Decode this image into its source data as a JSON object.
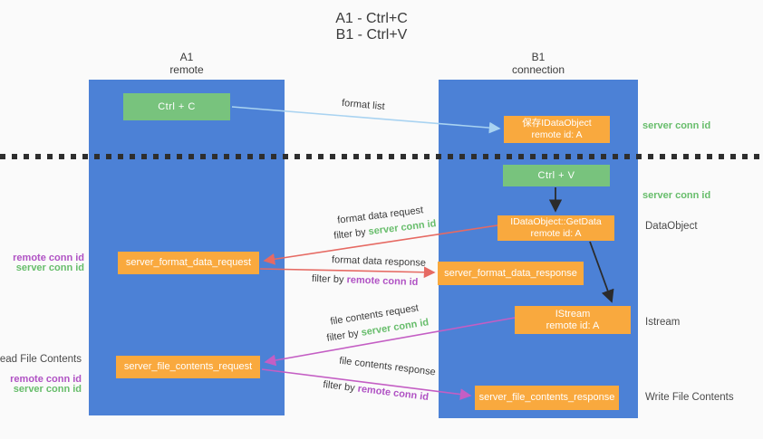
{
  "title": {
    "line1": "A1 - Ctrl+C",
    "line2": "B1 - Ctrl+V"
  },
  "lifelines": {
    "left": {
      "name": "A1",
      "role": "remote"
    },
    "right": {
      "name": "B1",
      "role": "connection"
    }
  },
  "boxes": {
    "ctrl_c": {
      "label": "Ctrl + C"
    },
    "ctrl_v": {
      "label": "Ctrl + V"
    },
    "save_idataobject": {
      "line1": "保存IDataObject",
      "line2": "remote id: A"
    },
    "idataobject_getdata": {
      "line1": "IDataObject::GetData",
      "line2": "remote id: A"
    },
    "istream": {
      "line1": "IStream",
      "line2": "remote id: A"
    },
    "server_format_data_request": {
      "label": "server_format_data_request"
    },
    "server_format_data_response": {
      "label": "server_format_data_response"
    },
    "server_file_contents_request": {
      "label": "server_file_contents_request"
    },
    "server_file_contents_response": {
      "label": "server_file_contents_response"
    }
  },
  "arrow_labels": {
    "format_list": "format list",
    "format_data_request": "format data request",
    "format_data_response": "format data response",
    "file_contents_request": "file contents request",
    "file_contents_response": "file contents response",
    "filter_by": "filter by",
    "server_conn_id": "server conn id",
    "remote_conn_id": "remote conn id"
  },
  "side_labels": {
    "server_conn_id_top": "server conn id",
    "server_conn_id_mid": "server conn id",
    "dataobject": "DataObject",
    "istream": "Istream",
    "write_file_contents": "Write File Contents",
    "read_file_contents": "Read File Contents",
    "left_remote_conn_id_1": "remote conn id",
    "left_server_conn_id_1": "server conn id",
    "left_remote_conn_id_2": "remote conn id",
    "left_server_conn_id_2": "server conn id"
  },
  "colors": {
    "lifeline_blue": "#4c81d6",
    "box_green": "#78c37d",
    "box_orange": "#f9a93e",
    "arrow_blue": "#a9d3f1",
    "arrow_red": "#e66a63",
    "arrow_magenta": "#c45ec4",
    "arrow_black": "#2b2b2b",
    "conn_id_green": "#67bd6b",
    "conn_id_purple": "#b052c4",
    "text_dark": "#3b3b3b",
    "background": "#fafafa"
  }
}
